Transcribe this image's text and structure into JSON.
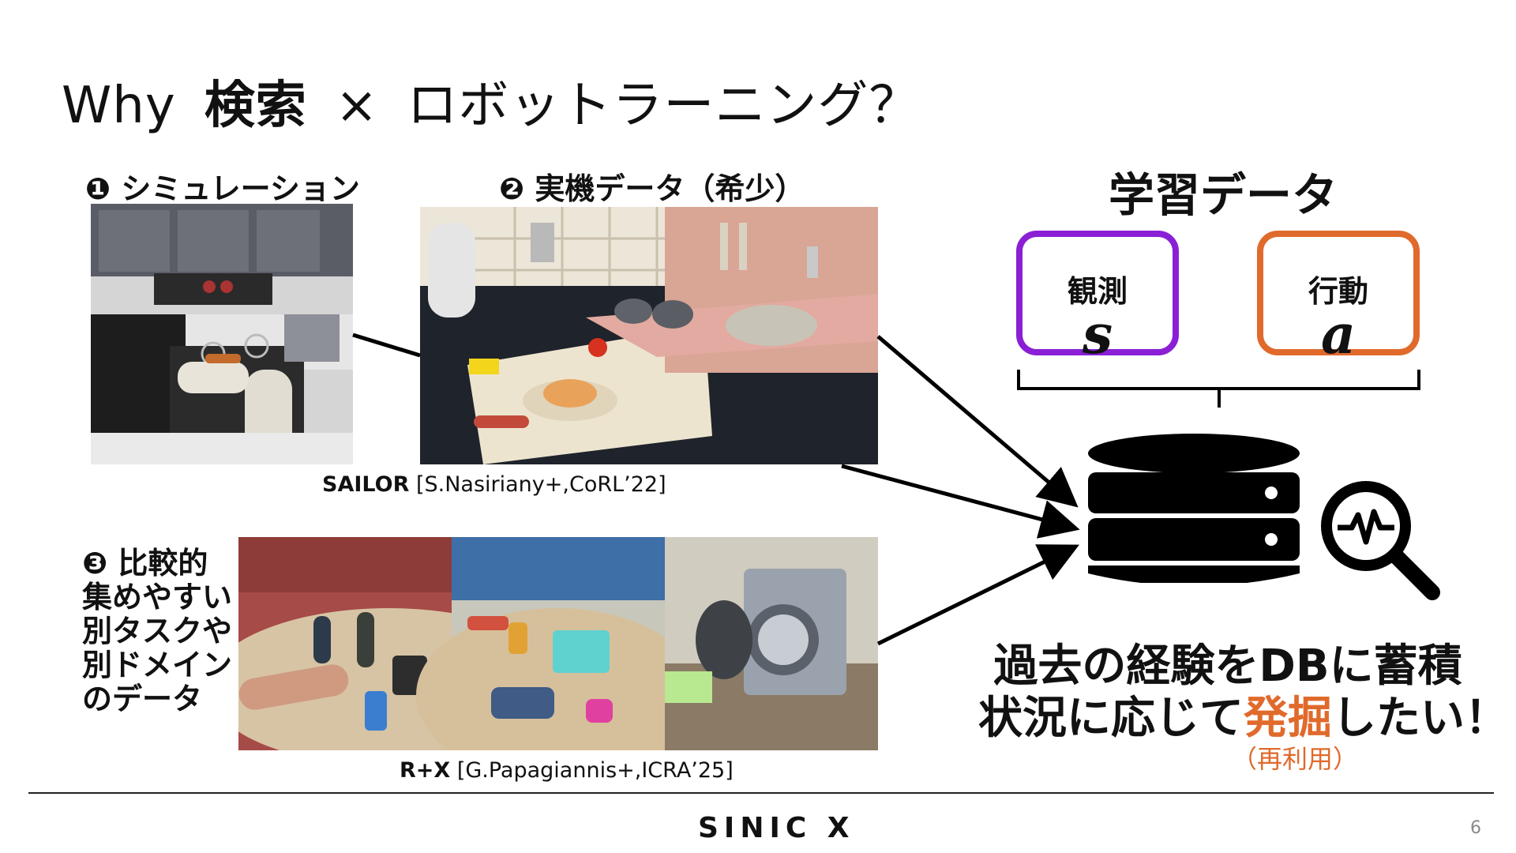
{
  "title": {
    "why": "Why",
    "search": "検索",
    "times": "×",
    "robot": "ロボットラーニング？"
  },
  "sources": {
    "sim_label": "❶ シミュレーション",
    "real_label": "❷ 実機データ（希少）",
    "sailor_name": "SAILOR",
    "sailor_ref": "[S.Nasiriany+,CoRL’22]",
    "other_lines": [
      "❸ 比較的",
      "集めやすい",
      "別タスクや",
      "別ドメイン",
      "のデータ"
    ],
    "rx_name": "R+X",
    "rx_ref": "[G.Papagiannis+,ICRA’25]"
  },
  "learning": {
    "heading": "学習データ",
    "obs_label": "観測",
    "obs_symbol": "s",
    "act_label": "行動",
    "act_symbol": "a",
    "obs_color": "#8a1fd6",
    "act_color": "#e06a2c"
  },
  "message": {
    "line1": "過去の経験をDBに蓄積",
    "line2_pre": "状況に応じて",
    "line2_accent": "発掘",
    "line2_post": "したい！",
    "reuse": "（再利用）",
    "accent_color": "#e06a2c"
  },
  "footer": {
    "logo": "SINIC X",
    "page": "6"
  }
}
